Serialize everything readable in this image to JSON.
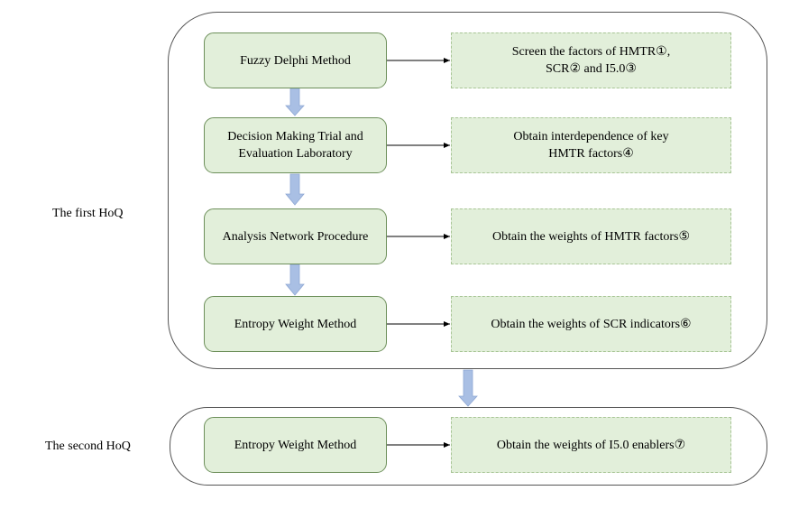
{
  "first_group": {
    "label": "The first HoQ"
  },
  "second_group": {
    "label": "The second HoQ"
  },
  "steps": [
    {
      "method": "Fuzzy Delphi Method",
      "result": "Screen the factors of HMTR①,\nSCR② and I5.0③"
    },
    {
      "method": "Decision Making Trial and\nEvaluation Laboratory",
      "result": "Obtain interdependence of key\nHMTR factors④"
    },
    {
      "method": "Analysis Network Procedure",
      "result": "Obtain the weights of HMTR factors⑤"
    },
    {
      "method": "Entropy Weight Method",
      "result": "Obtain the weights of SCR indicators⑥"
    },
    {
      "method": "Entropy Weight Method",
      "result": "Obtain the weights of  I5.0 enablers⑦"
    }
  ],
  "colors": {
    "box_fill": "#e2efda",
    "box_border": "#6d8f5a",
    "flow_arrow": "#a9bfe4"
  }
}
